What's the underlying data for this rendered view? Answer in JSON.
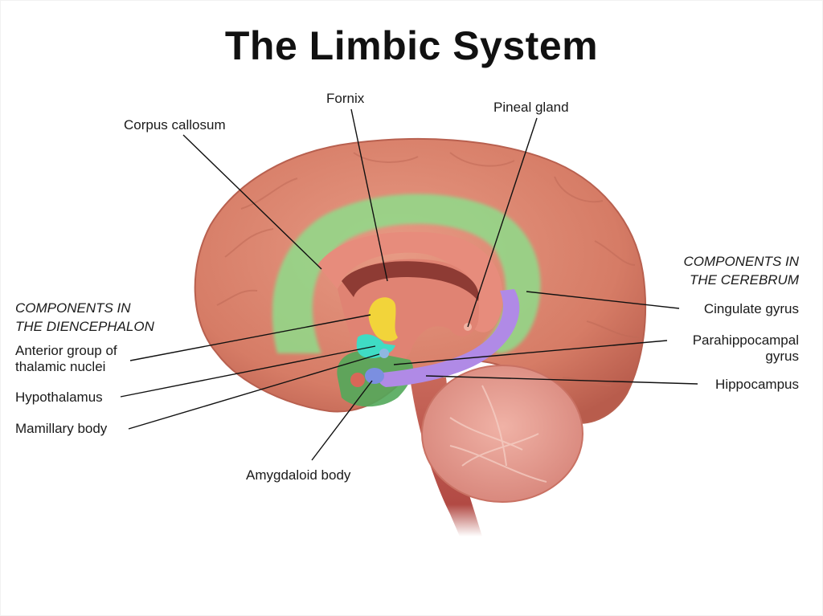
{
  "title": "The Limbic System",
  "sections": {
    "diencephalon": {
      "heading_line1": "COMPONENTS IN",
      "heading_line2": "THE DIENCEPHALON",
      "labels": [
        "Anterior group of",
        "thalamic nuclei",
        "Hypothalamus",
        "Mamillary body"
      ]
    },
    "cerebrum": {
      "heading_line1": "COMPONENTS IN",
      "heading_line2": "THE CEREBRUM",
      "labels": [
        "Cingulate gyrus",
        "Parahippocampal",
        "gyrus",
        "Hippocampus"
      ]
    }
  },
  "top_labels": {
    "corpus_callosum": "Corpus callosum",
    "fornix": "Fornix",
    "pineal_gland": "Pineal gland"
  },
  "bottom_labels": {
    "amygdaloid_body": "Amygdaloid body"
  },
  "colors": {
    "cortex": "#d9826c",
    "cingulate_green": "#8fdc8a",
    "hippocampus_purple": "#b08ae6",
    "thalamic_yellow": "#f2d43a",
    "hypothalamus_cyan": "#3fdcc4",
    "amygdala_blue": "#7b8fe0",
    "cerebellum": "#e59a8e"
  }
}
